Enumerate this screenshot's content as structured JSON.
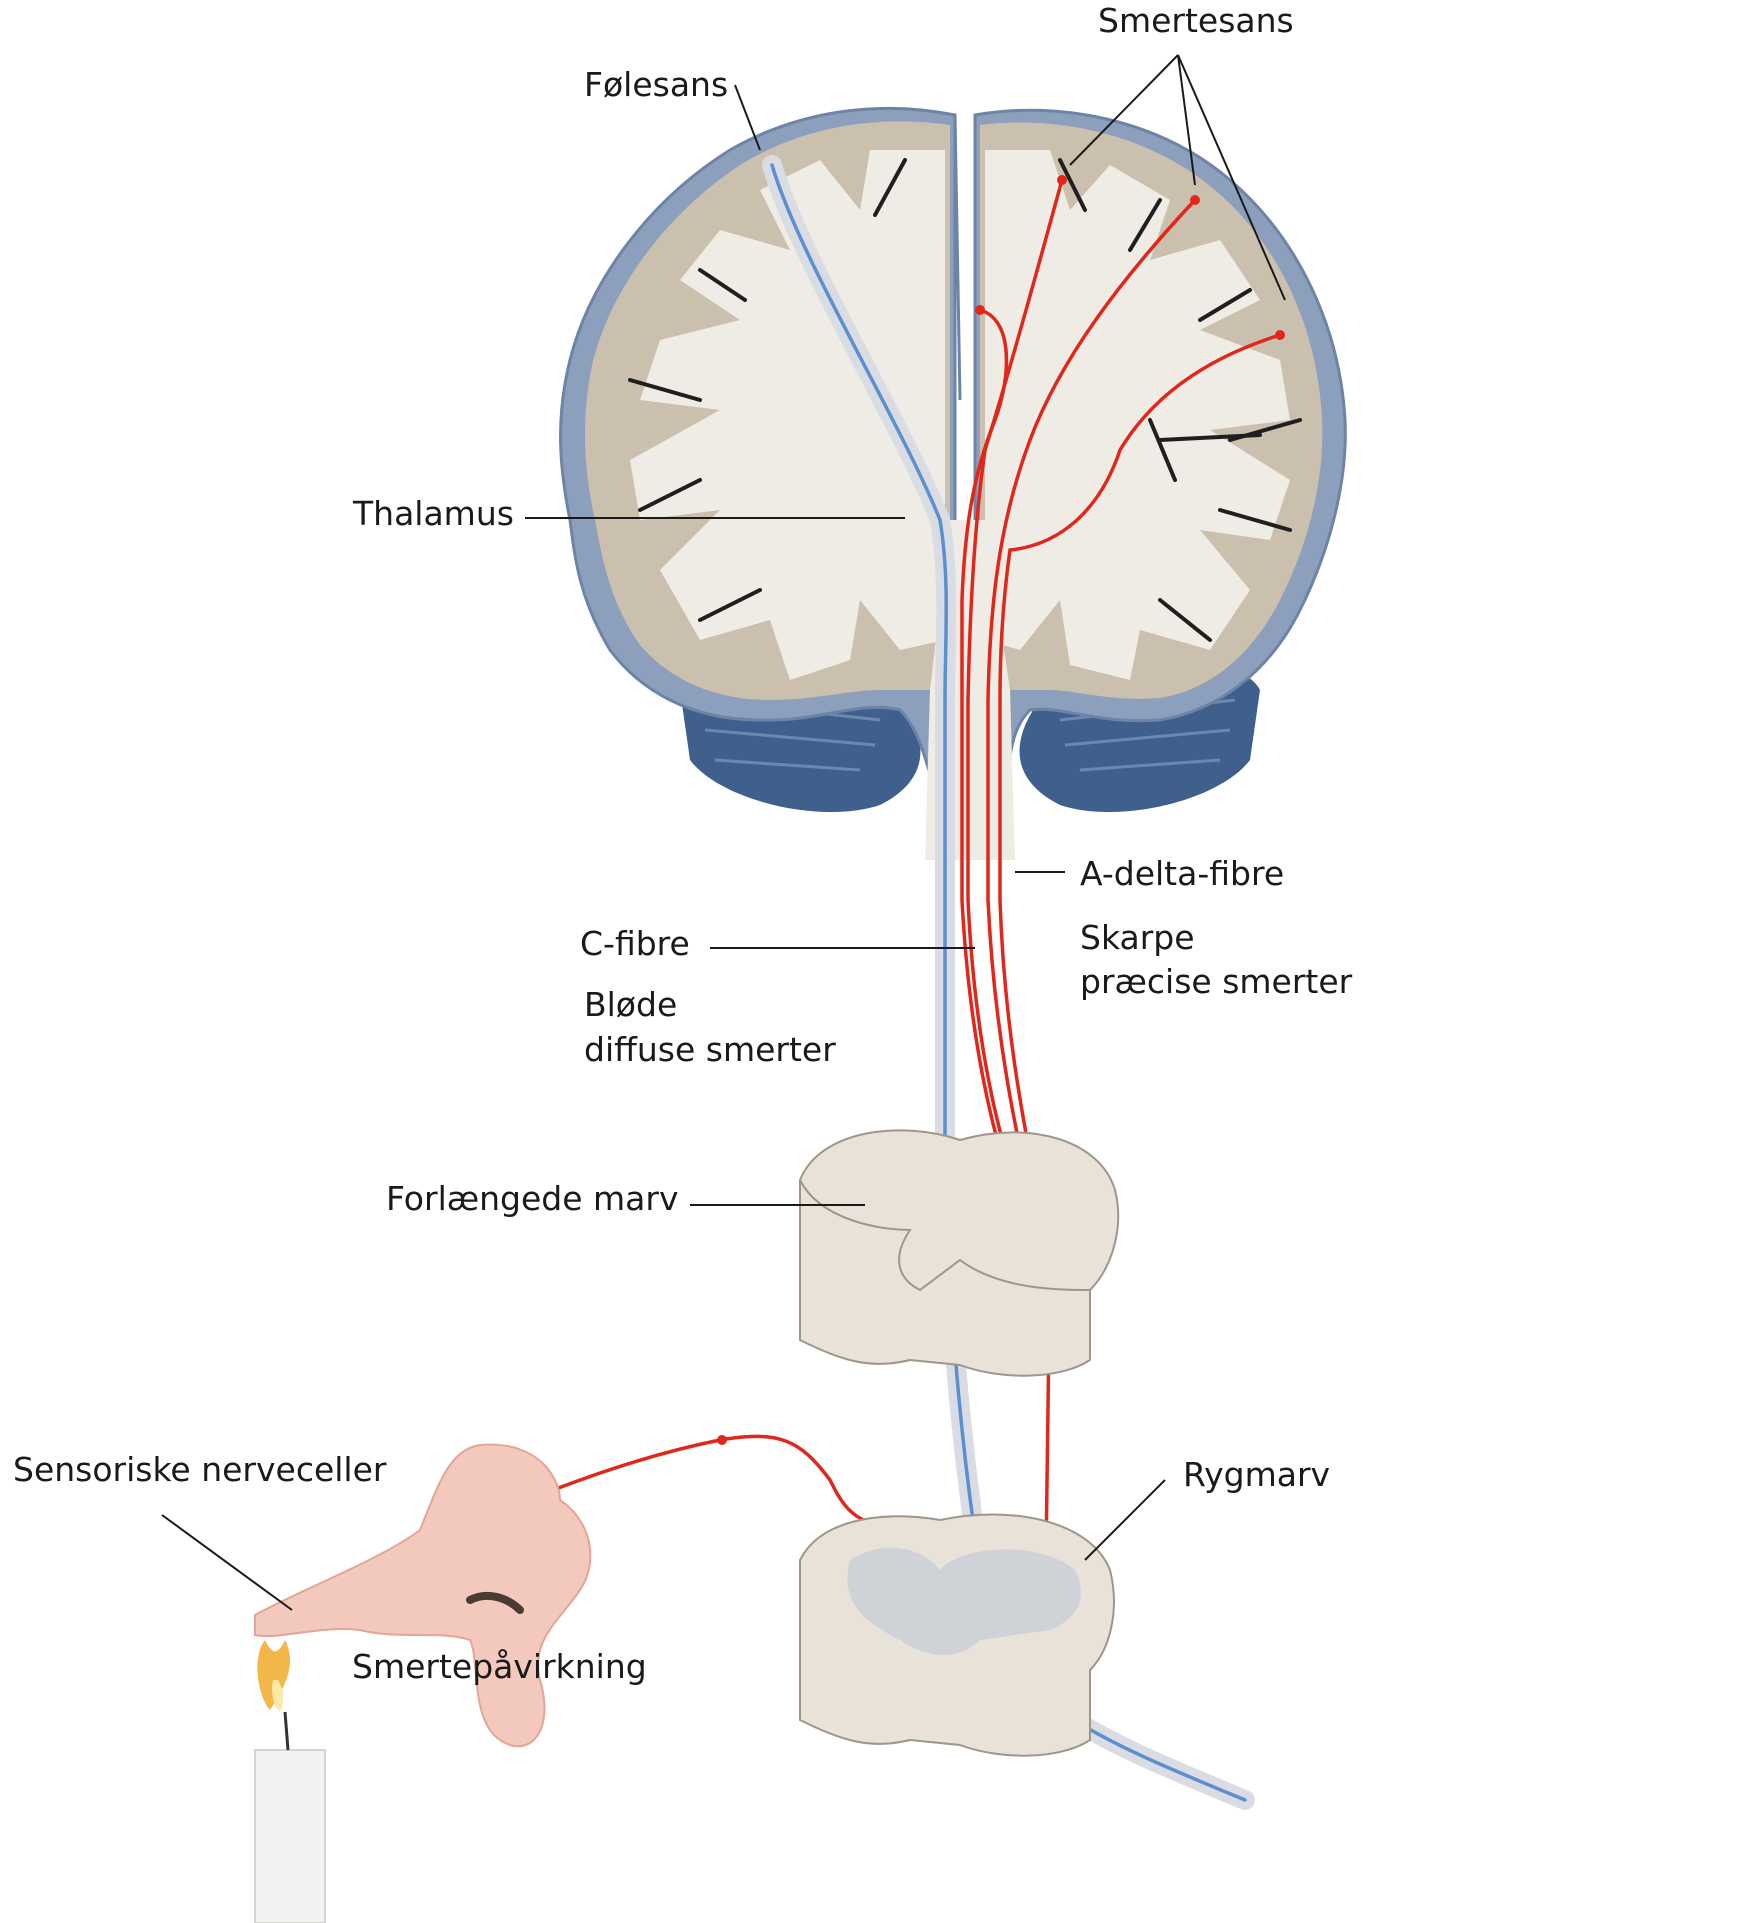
{
  "labels": {
    "smertesans": "Smertesans",
    "folesans": "Følesans",
    "thalamus": "Thalamus",
    "a_delta": "A-delta-fibre",
    "skarpe_1": "Skarpe",
    "skarpe_2": "præcise smerter",
    "c_fibre": "C-fibre",
    "blode_1": "Bløde",
    "blode_2": "diffuse smerter",
    "forlaengede": "Forlængede marv",
    "sensoriske": "Sensoriske nerveceller",
    "rygmarv": "Rygmarv",
    "smertepavirkning": "Smertepåvirkning"
  },
  "colors": {
    "pain_fiber": "#e1261c",
    "touch_fiber": "#5b8fd0",
    "cortex_gray": "#c9bfb0",
    "white_matter": "#efece6",
    "meninges": "#7f95b4",
    "cerebellum": "#3f5f8c"
  }
}
